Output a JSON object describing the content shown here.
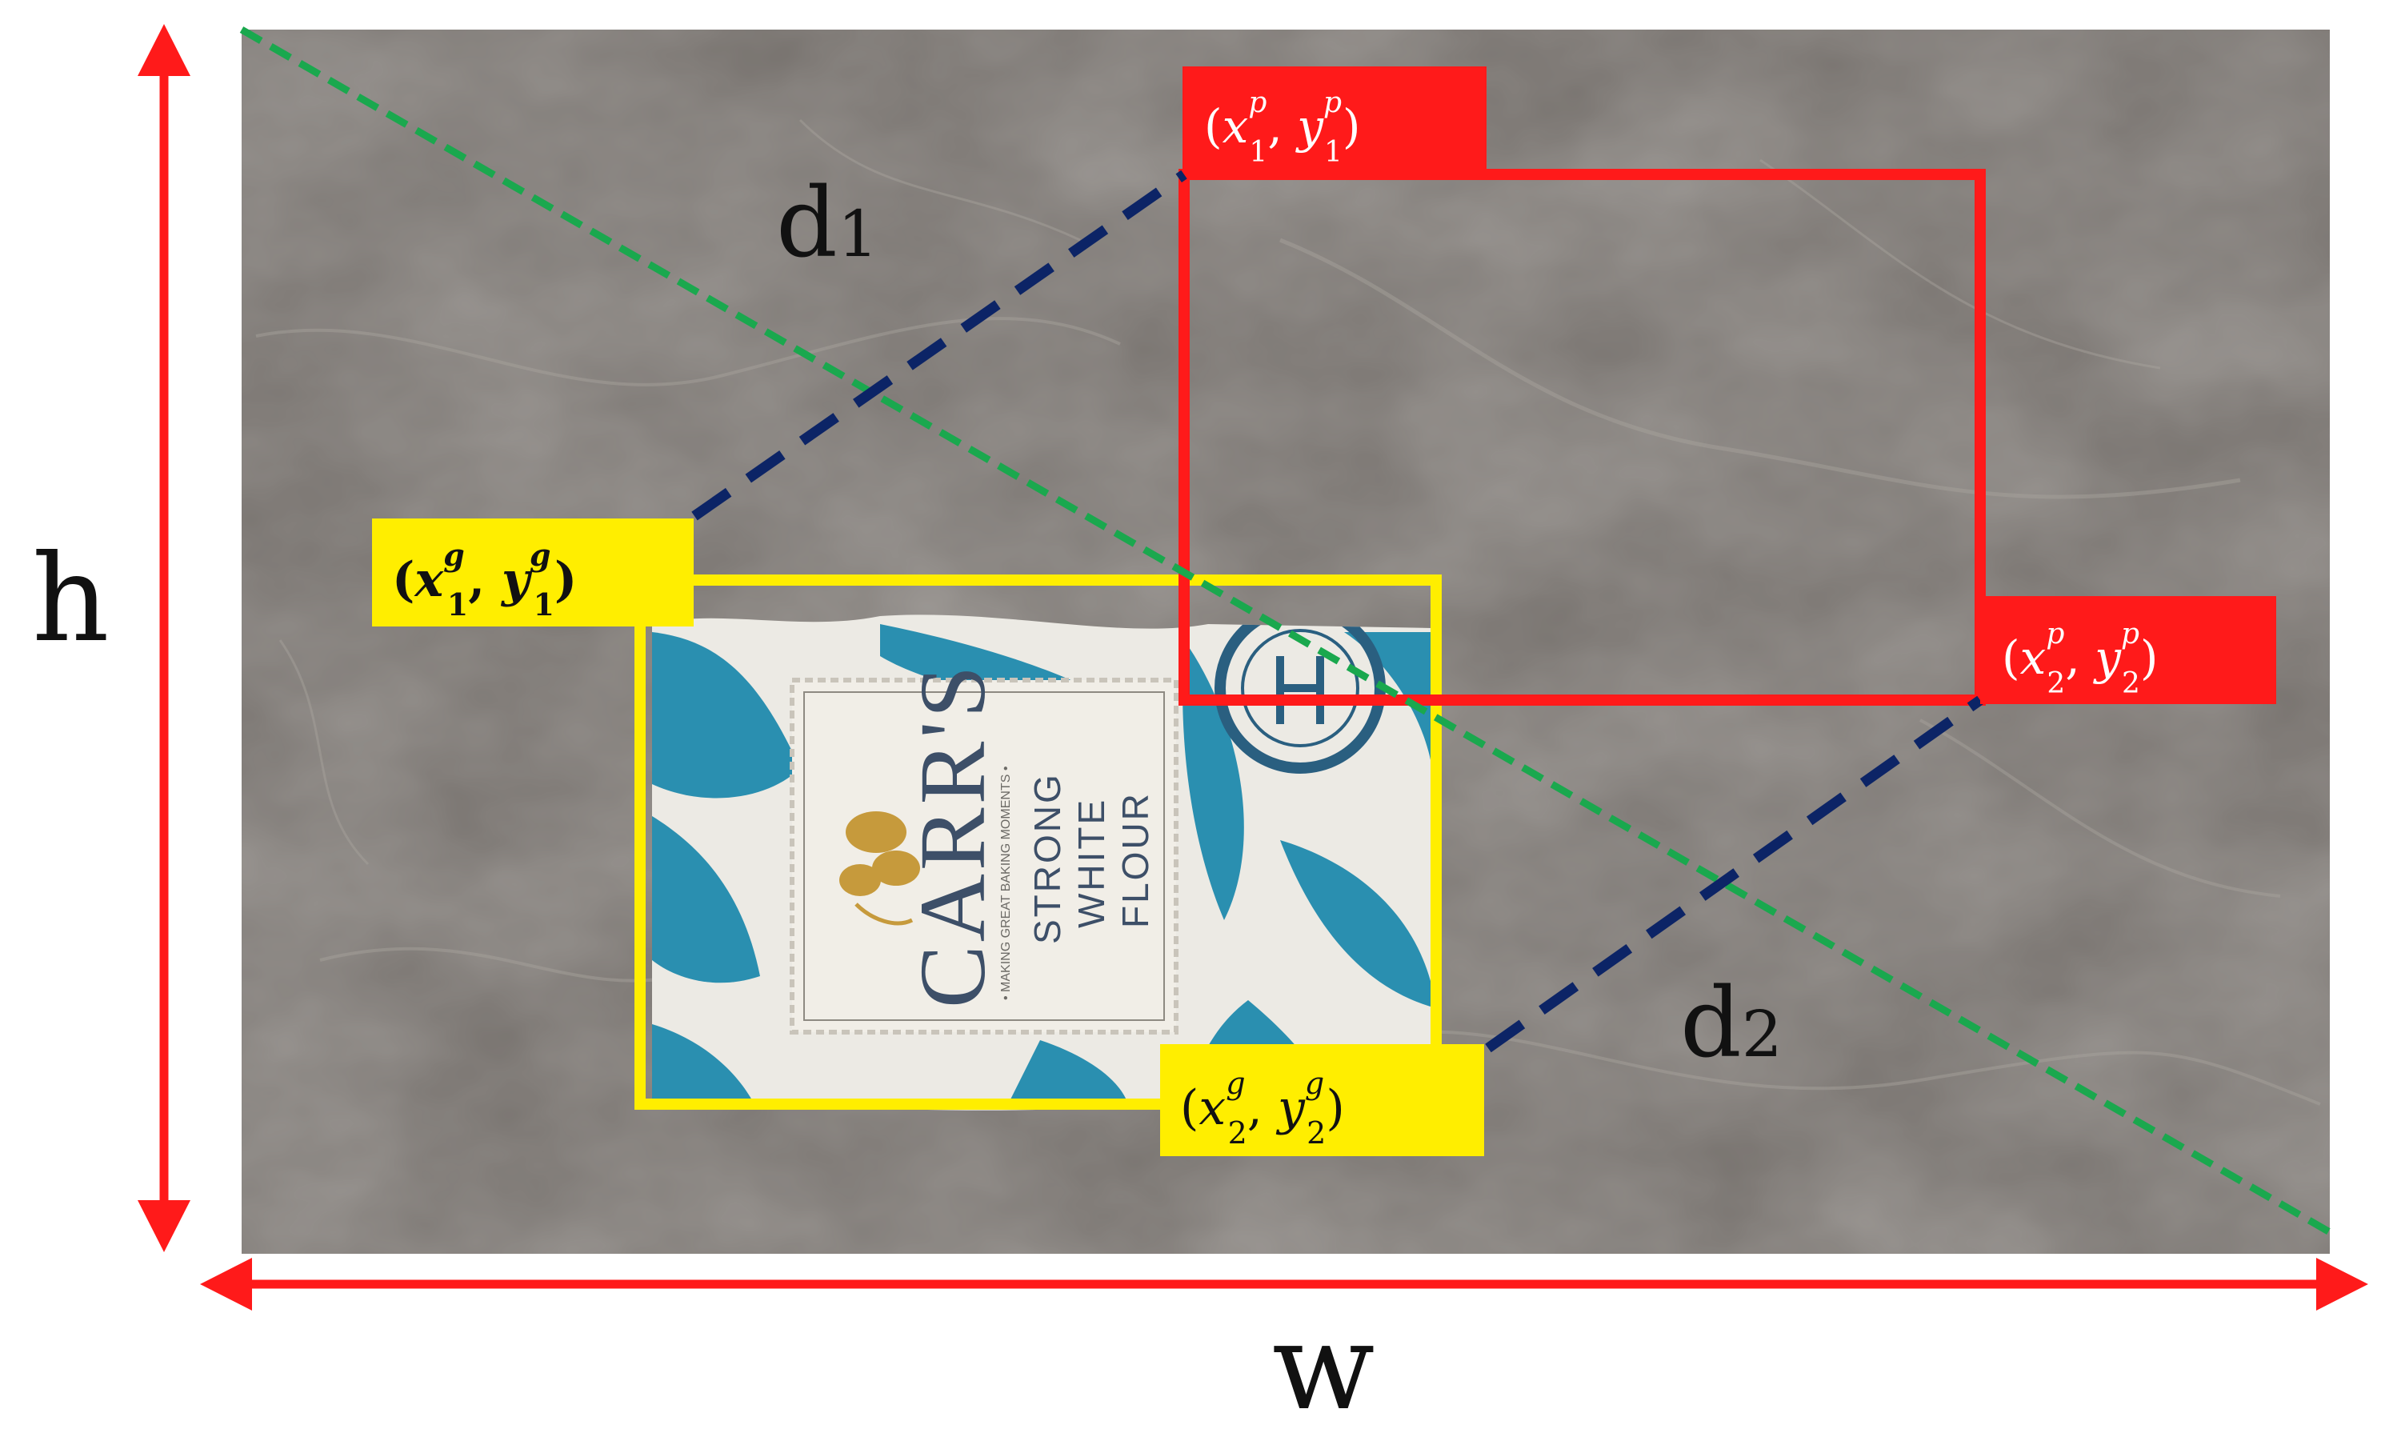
{
  "colors": {
    "background": "#ffffff",
    "marble_base": "#76716d",
    "prediction_box": "#ff1a1a",
    "ground_truth_box": "#ffee00",
    "diagonal_distance": "#0c2466",
    "image_diagonal": "#1aa84e",
    "dimension_arrows": "#ff1a1a",
    "bag_blue": "#2a8fb0",
    "bag_white": "#eceae4"
  },
  "labels": {
    "width": "w",
    "height": "h",
    "d1_main": "d",
    "d1_sub": "1",
    "d2_main": "d",
    "d2_sub": "2",
    "pred_top_left": {
      "x": "x",
      "y": "y",
      "sup": "p",
      "sub": "1"
    },
    "pred_bottom_right": {
      "x": "x",
      "y": "y",
      "sup": "p",
      "sub": "2"
    },
    "gt_top_left": {
      "x": "x",
      "y": "y",
      "sup": "g",
      "sub": "1"
    },
    "gt_bottom_right": {
      "x": "x",
      "y": "y",
      "sup": "g",
      "sub": "2"
    }
  },
  "bag": {
    "brand": "CARR'S",
    "tagline": "• MAKING GREAT BAKING MOMENTS •",
    "product_line1": "STRONG",
    "product_line2": "WHITE",
    "product_line3": "FLOUR"
  },
  "icons": {
    "width_arrow": "double-arrow-horizontal",
    "height_arrow": "double-arrow-vertical",
    "bag_emblem": "circular-seal"
  }
}
